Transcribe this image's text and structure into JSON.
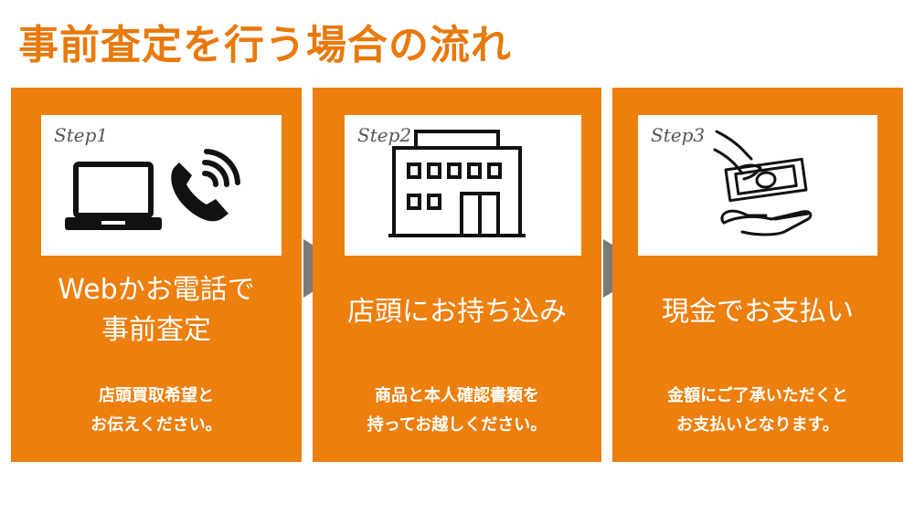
{
  "title": "事前査定を行う場合の流れ",
  "steps": [
    {
      "step_label": "Step1",
      "heading_line1": "Webかお電話で",
      "heading_line2": "事前査定",
      "desc_line1": "店頭買取希望と",
      "desc_line2": "お伝えください。",
      "icons": [
        "laptop-icon",
        "phone-icon"
      ]
    },
    {
      "step_label": "Step2",
      "heading_line1": "店頭にお持ち込み",
      "desc_line1": "商品と本人確認書類を",
      "desc_line2": "持ってお越しください。",
      "icons": [
        "building-icon"
      ]
    },
    {
      "step_label": "Step3",
      "heading_line1": "現金でお支払い",
      "desc_line1": "金額にご了承いただくと",
      "desc_line2": "お支払いとなります。",
      "icons": [
        "cash-payment-icon"
      ]
    }
  ],
  "colors": {
    "accent": "#EC7F0D",
    "title": "#E8790C",
    "arrow": "#7A7A7A"
  }
}
